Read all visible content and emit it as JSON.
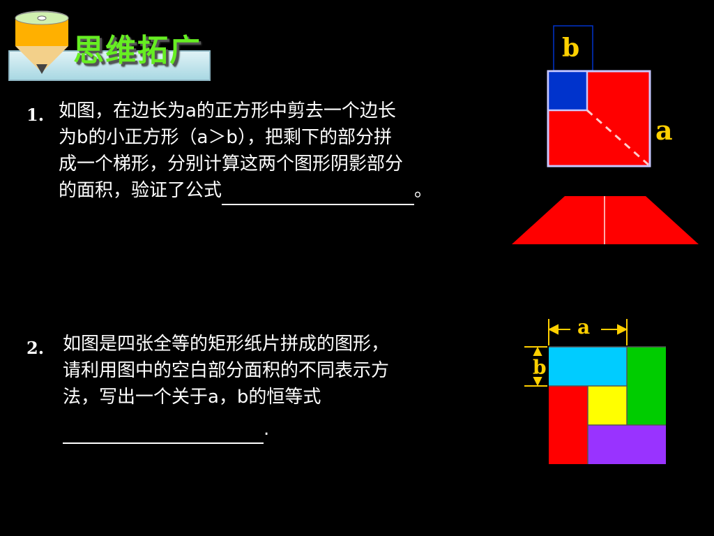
{
  "header": {
    "title": "思维拓广"
  },
  "problem1": {
    "number": "1.",
    "line1": "如图，在边长为a的正方形中剪去一个边长",
    "line2": "为b的小正方形（a＞b），把剩下的部分拼",
    "line3": "成一个梯形，分别计算这两个图形阴影部分",
    "line4_prefix": "的面积，验证了公式",
    "line4_suffix": "。",
    "label_b": "b",
    "label_a": "a"
  },
  "problem2": {
    "number": "2.",
    "line1": "如图是四张全等的矩形纸片拼成的图形，",
    "line2": "请利用图中的空白部分面积的不同表示方",
    "line3": "法，写出一个关于a，b的恒等式",
    "line4_suffix": ".",
    "label_a": "a",
    "label_b": "b"
  },
  "colors": {
    "red": "#ff0000",
    "blue": "#0033cc",
    "cyan": "#00ccff",
    "green": "#00cc00",
    "yellow": "#ffff00",
    "purple": "#9933ff",
    "label": "#ffd000",
    "title": "#66ee22"
  }
}
